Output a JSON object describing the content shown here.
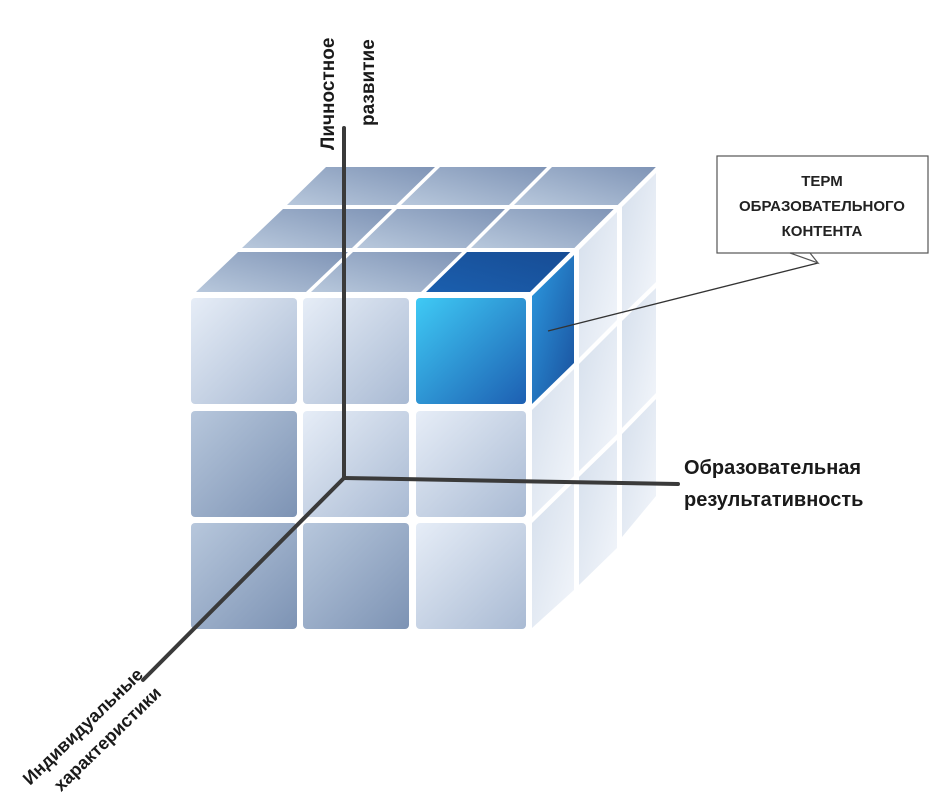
{
  "axes": {
    "vertical": {
      "line1": "Личностное",
      "line2": "развитие"
    },
    "horizontal": {
      "line1": "Образовательная",
      "line2": "результативность"
    },
    "depth": {
      "line1": "Индивидуальные",
      "line2": "характеристики"
    }
  },
  "callout": {
    "line1": "ТЕРМ",
    "line2": "ОБРАЗОВАТЕЛЬНОГО",
    "line3": "КОНТЕНТА"
  },
  "colors": {
    "highlight_light": "#3fcaf5",
    "highlight_dark": "#1d5fb2",
    "face_light": "#e8eef7",
    "face_dark": "#8ca0bd",
    "axis": "#3a3a3a"
  }
}
